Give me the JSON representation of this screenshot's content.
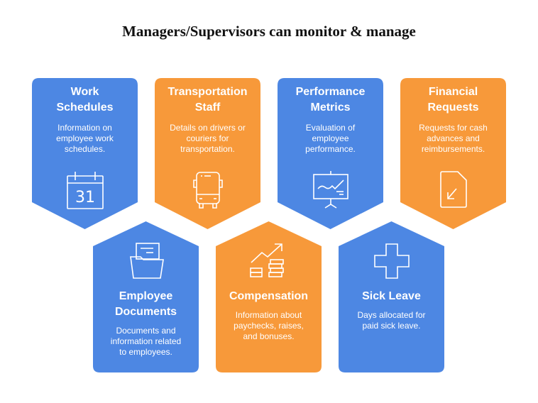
{
  "title": "Managers/Supervisors can monitor & manage",
  "colors": {
    "blue": "#4d87e3",
    "orange": "#f7993a",
    "text": "#ffffff"
  },
  "cards": [
    {
      "title_line1": "Work",
      "title_line2": "Schedules",
      "desc1": "Information on",
      "desc2": "employee work",
      "desc3": "schedules.",
      "icon": "calendar-icon",
      "icon_text": "31",
      "color": "blue"
    },
    {
      "title_line1": "Transportation",
      "title_line2": "Staff",
      "desc1": "Details on drivers or",
      "desc2": "couriers for",
      "desc3": "transportation.",
      "icon": "bus-icon",
      "color": "orange"
    },
    {
      "title_line1": "Performance",
      "title_line2": "Metrics",
      "desc1": "Evaluation of",
      "desc2": "employee",
      "desc3": "performance.",
      "icon": "presentation-chart-icon",
      "color": "blue"
    },
    {
      "title_line1": "Financial",
      "title_line2": "Requests",
      "desc1": "Requests for cash",
      "desc2": "advances and",
      "desc3": "reimbursements.",
      "icon": "document-arrow-icon",
      "color": "orange"
    },
    {
      "title_line1": "Employee",
      "title_line2": "Documents",
      "desc1": "Documents and",
      "desc2": "information related",
      "desc3": "to employees.",
      "icon": "folder-icon",
      "color": "blue"
    },
    {
      "title_line1": "Compensation",
      "title_line2": "",
      "desc1": "Information about",
      "desc2": "paychecks, raises,",
      "desc3": "and bonuses.",
      "icon": "money-growth-icon",
      "color": "orange"
    },
    {
      "title_line1": "Sick Leave",
      "title_line2": "",
      "desc1": "Days allocated for",
      "desc2": "paid sick leave.",
      "desc3": "",
      "icon": "medical-cross-icon",
      "color": "blue"
    }
  ]
}
